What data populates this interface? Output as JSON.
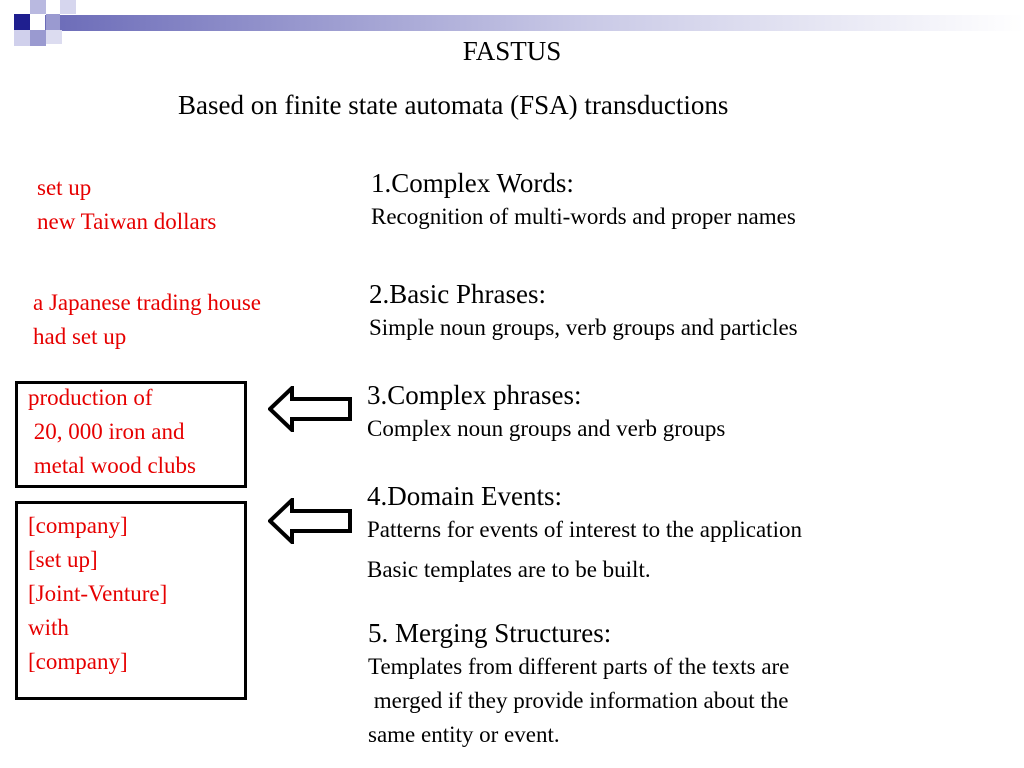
{
  "slide": {
    "title": "FASTUS",
    "subtitle": "Based on finite state automata (FSA) transductions"
  },
  "levels": [
    {
      "heading": "1.Complex Words:",
      "lines": [
        "Recognition of multi-words and proper names"
      ]
    },
    {
      "heading": "2.Basic Phrases:",
      "lines": [
        "Simple noun groups, verb groups and particles"
      ]
    },
    {
      "heading": "3.Complex phrases:",
      "lines": [
        "Complex noun groups and verb groups"
      ]
    },
    {
      "heading": "4.Domain Events:",
      "lines": [
        "Patterns for events of interest to the application",
        "Basic templates are to be built."
      ]
    },
    {
      "heading": "5. Merging Structures:",
      "lines": [
        "Templates from different parts of the texts are",
        " merged if they provide information about the",
        "same entity or event."
      ]
    }
  ],
  "examples": [
    {
      "lines": [
        "set up",
        "new Taiwan dollars"
      ]
    },
    {
      "lines": [
        "a Japanese trading house",
        "had set up"
      ]
    },
    {
      "lines": [
        "production of",
        " 20, 000 iron and",
        " metal wood clubs"
      ]
    },
    {
      "lines": [
        "[company]",
        "[set up]",
        "[Joint-Venture]",
        "with",
        "[company]"
      ]
    }
  ],
  "colors": {
    "example_text": "#e60000",
    "decor_dark": "#1f1f8f",
    "decor_light": "#9a9ad0"
  }
}
